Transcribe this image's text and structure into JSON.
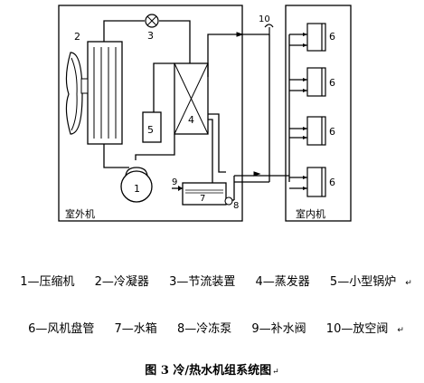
{
  "diagram": {
    "outdoor_label": "室外机",
    "indoor_label": "室内机",
    "component_numbers": [
      "1",
      "2",
      "3",
      "4",
      "5",
      "6",
      "6",
      "6",
      "6",
      "7",
      "8",
      "9",
      "10"
    ]
  },
  "legend": {
    "row1": [
      "1—压缩机",
      "2—冷凝器",
      "3—节流装置",
      "4—蒸发器",
      "5—小型锅炉"
    ],
    "row2": [
      "6—风机盘管",
      "7—水箱",
      "8—冷冻泵",
      "9—补水阀",
      "10—放空阀"
    ],
    "row1_end": "↵",
    "row2_end": "↵"
  },
  "caption": {
    "text": "图 3 冷/热水机组系统图",
    "end": "↵"
  }
}
